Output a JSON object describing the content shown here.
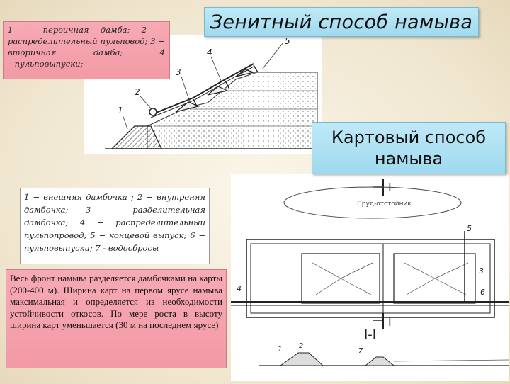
{
  "zenith": {
    "title": "Зенитный способ намыва",
    "legend": "1 − первичная дамба; 2 − распределительный пульповод; 3 − вторичная дамба; 4 −пульповыпуски;",
    "figure_labels": [
      "1",
      "2",
      "3",
      "4",
      "5"
    ]
  },
  "map_method": {
    "title_line1": "Картовый способ",
    "title_line2": "намыва",
    "legend": "1 − внешняя дамбочка ; 2 − внутреняя дамбочка; 3 − разделительная дамбочка; 4 − распределительный пульпопровод; 5 − концевой выпуск; 6 − пульповыпуски; 7 - водосбросы",
    "figure_labels": [
      "I",
      "I",
      "I-I",
      "Пруд-отстойник",
      "1",
      "2",
      "3",
      "4",
      "5",
      "6",
      "7"
    ]
  },
  "description": "Весь фронт намыва разделяется дамбочками на карты (200-400 м). Ширина карт на первом ярусе намыва максимальная и определяется из необходимости устойчивости откосов. По мере роста в высоту ширина карт уменьшается (30 м на последнем ярусе)"
}
